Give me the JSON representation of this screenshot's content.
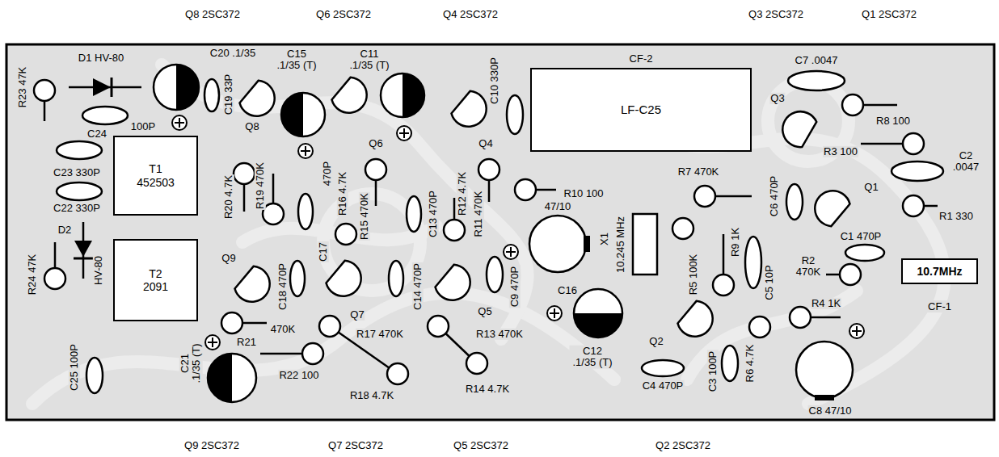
{
  "diagram": {
    "nodes": [
      {
        "text": [
          "T1 452503"
        ]
      },
      {
        "text": [
          "T2 2091"
        ]
      },
      {
        "text": [
          "CF-2",
          "LF-C25"
        ]
      },
      {
        "text": [
          "10.7MHz",
          "CF-1"
        ]
      }
    ],
    "labels": [
      "Q8 2SC372",
      "Q6 2SC372",
      "Q4 2SC372",
      "Q3 2SC372",
      "Q1 2SC372",
      "D1 HV-80",
      "C20 .1/35",
      "C15 .1/35 (T)",
      "C11 .1/35 (T)",
      "C10 330P",
      "C7 .0047",
      "R23 47K",
      "C19 33P",
      "Q8",
      "Q3",
      "R8 100",
      "C24",
      "100P",
      "Q6",
      "Q4",
      "R3 100",
      "C2 .0047",
      "R7 470K",
      "C23 330P",
      "R20 4.7K",
      "R19 470K",
      "470P",
      "R16 4.7K",
      "R15 470K",
      "C13 470P",
      "R12 4.7K",
      "R11 470K",
      "R10 100",
      "Q1",
      "C6 470P",
      "47/10",
      "C22 330P",
      "R1 330",
      "D2",
      "C1 470P",
      "X1",
      "10.245 MHz",
      "R9 1K",
      "C17",
      "Q9",
      "R2 470K",
      "HV-80",
      "R24 47K",
      "C18 470P",
      "C14 470P",
      "C9 470P",
      "R5 100K",
      "C5 10P",
      "C16",
      "R4 1K",
      "Q7",
      "Q5",
      "470K",
      "R17 470K",
      "R13 470K",
      "R21",
      "Q2",
      "C12 .1/35 (T)",
      "C21 .1/35 (T)",
      "C25 100P",
      "R6 4.7K",
      "C3 100P",
      "R22 100",
      "C4 470P",
      "R18 4.7K",
      "R14 4.7K",
      "C8 47/10",
      "Q9 2SC372",
      "Q7 2SC372",
      "Q5 2SC372",
      "Q2 2SC372"
    ]
  }
}
